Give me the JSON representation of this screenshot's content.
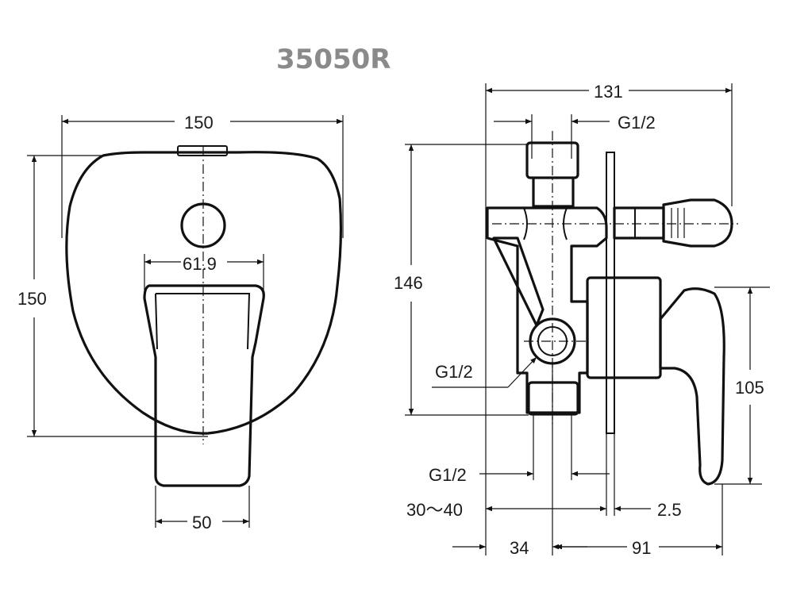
{
  "model": "35050R",
  "front_view": {
    "width_label": "150",
    "height_label": "150",
    "handle_width_label": "61.9",
    "lever_width_label": "50"
  },
  "side_view": {
    "depth_label": "131",
    "top_thread_label": "G1/2",
    "height_label": "146",
    "side_thread_label": "G1/2",
    "bottom_thread_label": "G1/2",
    "wall_range_label": "30～40",
    "plate_thickness_label": "2.5",
    "handle_height_label": "105",
    "left_offset_label": "34",
    "right_offset_label": "91"
  }
}
